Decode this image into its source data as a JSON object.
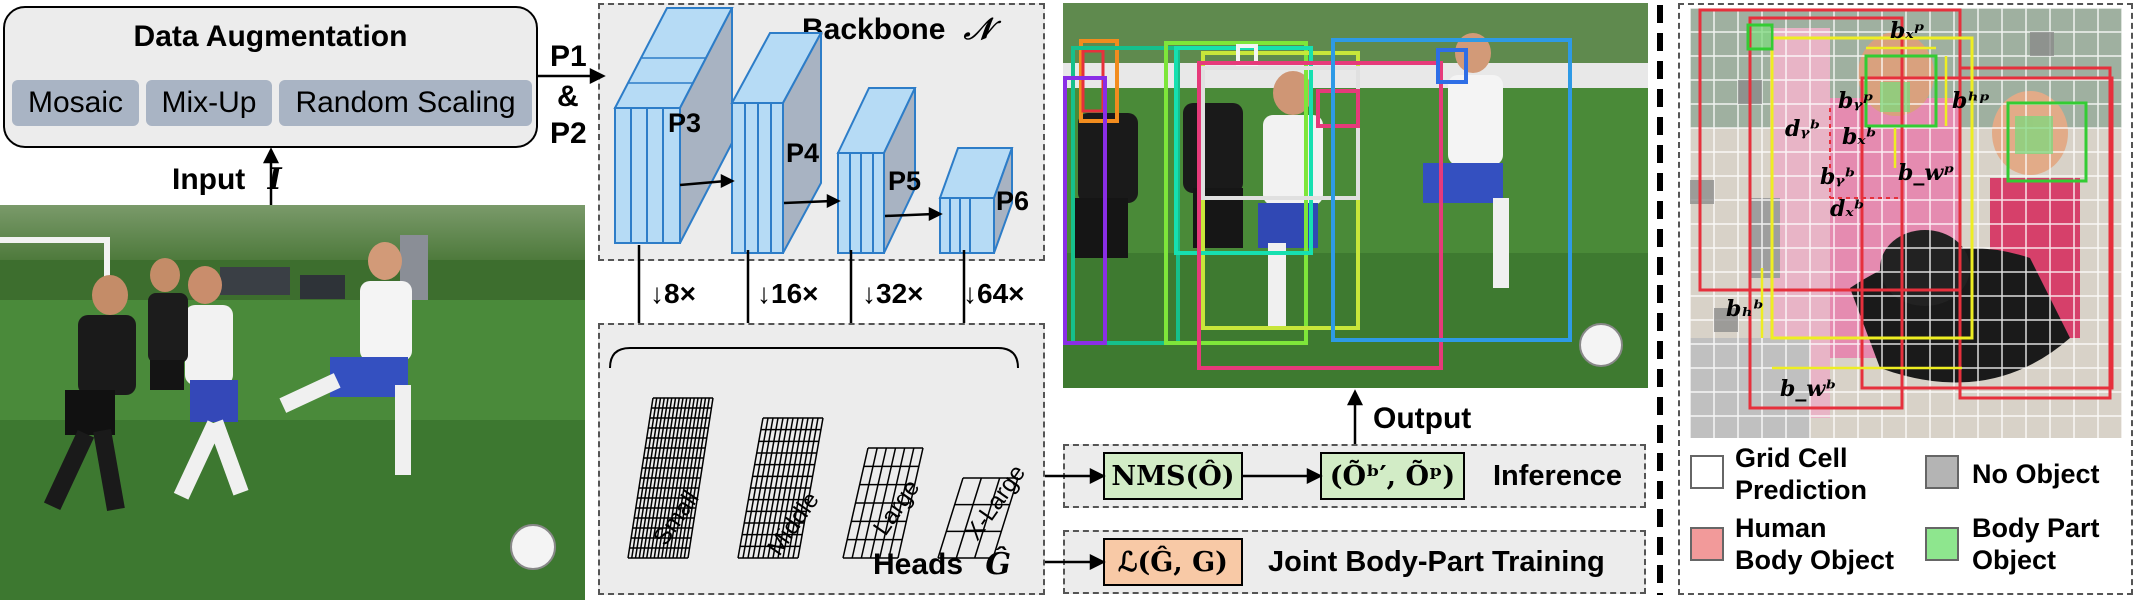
{
  "augmentation": {
    "title": "Data Augmentation",
    "items": [
      "Mosaic",
      "Mix-Up",
      "Random Scaling"
    ],
    "side_label_1": "P1",
    "side_label_amp": "&",
    "side_label_2": "P2"
  },
  "input": {
    "label": "Input",
    "symbol": "I"
  },
  "backbone": {
    "title": "Backbone",
    "symbol": "𝒩",
    "stages": [
      "P3",
      "P4",
      "P5",
      "P6"
    ],
    "strides": [
      "↓8×",
      "↓16×",
      "↓32×",
      "↓64×"
    ]
  },
  "heads": {
    "label": "Heads",
    "symbol": "Ĝ",
    "grids": [
      "Small",
      "Middle",
      "Large",
      "X-Large"
    ]
  },
  "output": {
    "label": "Output"
  },
  "inference": {
    "nms": "NMS(Ô)",
    "result": "(Õᵇ′, Õᵖ)",
    "label": "Inference"
  },
  "training": {
    "loss": "ℒ(Ĝ, G)",
    "label": "Joint Body-Part Training"
  },
  "legend": {
    "grid_cell_1": "Grid Cell",
    "grid_cell_2": "Prediction",
    "no_object": "No Object",
    "human_1": "Human",
    "human_2": "Body Object",
    "part_1": "Body Part",
    "part_2": "Object"
  },
  "annotations": {
    "bph": "bʰᵖ",
    "bpy": "bᵧᵖ",
    "bpx": "bₓᵖ",
    "bpw": "b_wᵖ",
    "dby": "dᵧᵇ",
    "dbx": "dₓᵇ",
    "bbx": "bₓᵇ",
    "bby": "bᵧᵇ",
    "bbh": "bₕᵇ",
    "bbw": "b_wᵇ"
  },
  "colors": {
    "human_box": "#e6303c",
    "part_box": "#33cc33",
    "blue_cube": "#b6dbf5",
    "cube_edge": "#2d7dc8"
  }
}
